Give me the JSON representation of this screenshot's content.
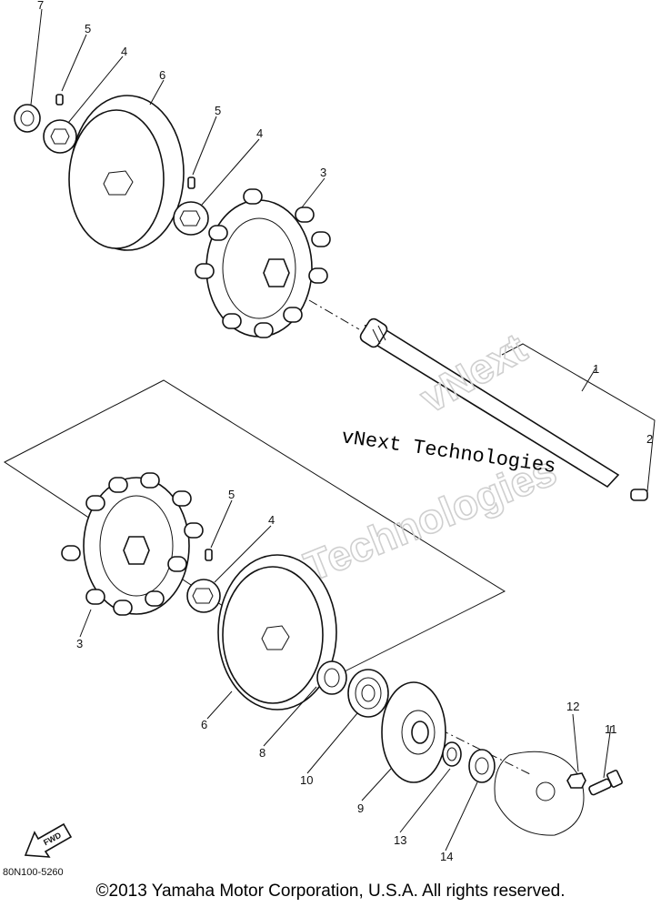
{
  "callouts": {
    "c1": "1",
    "c2": "2",
    "c3a": "3",
    "c3b": "3",
    "c4a": "4",
    "c4b": "4",
    "c4c": "4",
    "c5a": "5",
    "c5b": "5",
    "c5c": "5",
    "c6a": "6",
    "c6b": "6",
    "c7": "7",
    "c8": "8",
    "c9": "9",
    "c10": "10",
    "c11": "11",
    "c12": "12",
    "c13": "13",
    "c14": "14"
  },
  "watermark": {
    "line1": "vNext Technologies",
    "line2a": "vNext",
    "line2b": "Technologies"
  },
  "fwd_label": "FWD",
  "diagram_code": "80N100-5260",
  "copyright": "©2013 Yamaha Motor Corporation, U.S.A. All rights reserved."
}
